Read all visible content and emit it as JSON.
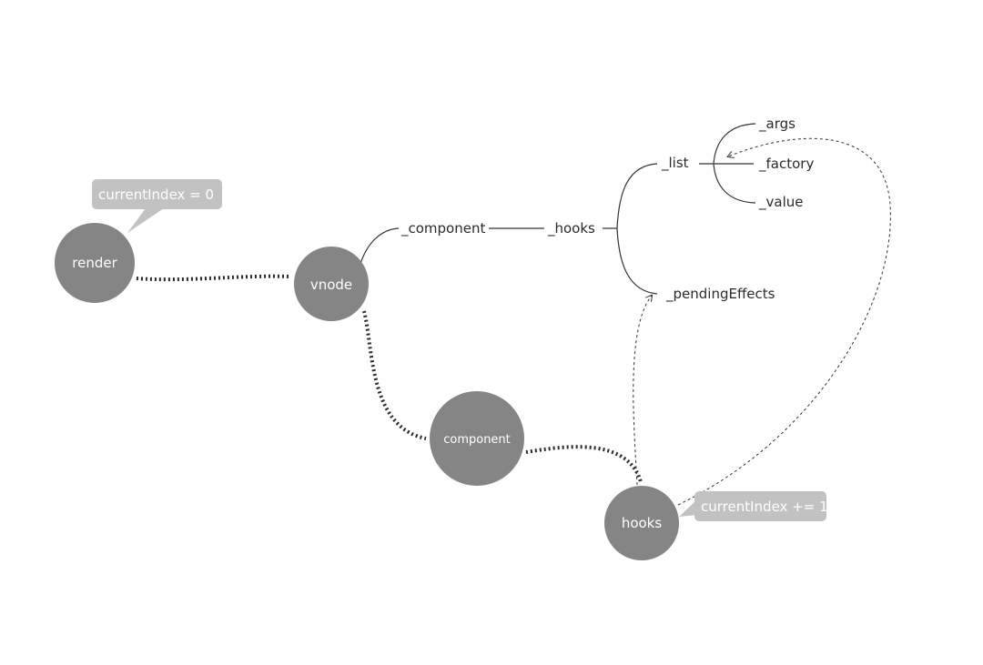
{
  "nodes": {
    "render": "render",
    "vnode": "vnode",
    "component": "component",
    "hooks": "hooks"
  },
  "callouts": {
    "render": "currentIndex = 0",
    "hooks": "currentIndex += 1"
  },
  "tree": {
    "component": "_component",
    "hooks": "_hooks",
    "list": "_list",
    "args": "_args",
    "factory": "_factory",
    "value": "_value",
    "pending_effects": "_pendingEffects"
  },
  "colors": {
    "node_fill": "#858585",
    "bubble_fill": "#c2c2c2",
    "line": "#333333"
  }
}
